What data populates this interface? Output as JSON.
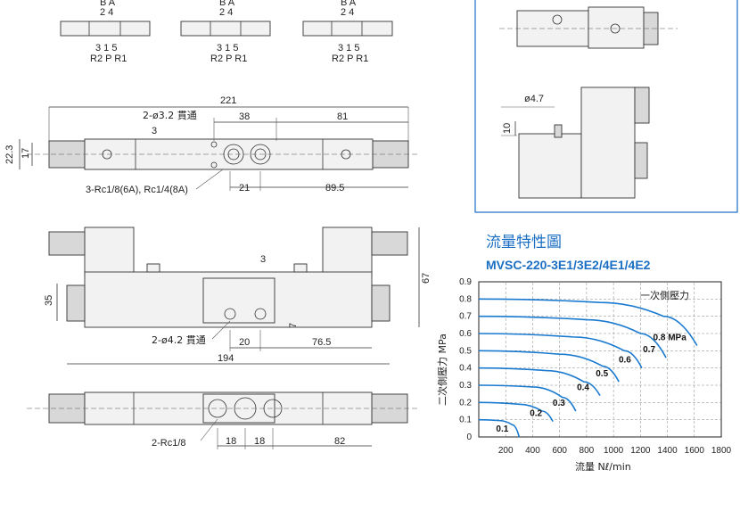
{
  "symbols": [
    {
      "top": "B A",
      "ports": "2 4",
      "bottom": "3 1 5",
      "labels": "R2 P R1"
    },
    {
      "top": "B A",
      "ports": "2 4",
      "bottom": "3 1 5",
      "labels": "R2 P R1"
    },
    {
      "top": "B A",
      "ports": "2 4",
      "bottom": "3 1 5",
      "labels": "R2 P R1"
    }
  ],
  "top_view": {
    "overall": "221",
    "hole": "2-ø3.2 貫通",
    "d38": "38",
    "d81": "81",
    "d3": "3",
    "d22_3": "22.3",
    "d17": "17",
    "ports": "3-Rc1/8(6A), Rc1/4(8A)",
    "d21": "21",
    "d89_5": "89.5"
  },
  "front_view": {
    "d3": "3",
    "d67": "67",
    "d35": "35",
    "d7": "7",
    "hole": "2-ø4.2 貫通",
    "d20": "20",
    "d76_5": "76.5",
    "d194": "194"
  },
  "bottom_view": {
    "ports": "2-Rc1/8",
    "d18a": "18",
    "d18b": "18",
    "d82": "82"
  },
  "detail": {
    "d4_7": "ø4.7",
    "d10": "10"
  },
  "chart_data": {
    "type": "line",
    "title": "流量特性圖",
    "subtitle": "MVSC-220-3E1/3E2/4E1/4E2",
    "xlabel": "流量  Nℓ/min",
    "ylabel": "二次側壓力  MPa",
    "legend_label": "一次側壓力",
    "unit": "MPa",
    "xlim": [
      0,
      1800
    ],
    "ylim": [
      0,
      0.9
    ],
    "x_ticks": [
      "200",
      "400",
      "600",
      "800",
      "1000",
      "1200",
      "1400",
      "1600",
      "1800"
    ],
    "y_ticks": [
      "0",
      "0.1",
      "0.2",
      "0.3",
      "0.4",
      "0.5",
      "0.6",
      "0.7",
      "0.8",
      "0.9"
    ],
    "series": [
      {
        "name": "0.1",
        "points": [
          [
            0,
            0.1
          ],
          [
            150,
            0.095
          ],
          [
            250,
            0.07
          ],
          [
            300,
            0.0
          ]
        ]
      },
      {
        "name": "0.2",
        "points": [
          [
            0,
            0.2
          ],
          [
            300,
            0.19
          ],
          [
            470,
            0.15
          ],
          [
            550,
            0.09
          ]
        ]
      },
      {
        "name": "0.3",
        "points": [
          [
            0,
            0.3
          ],
          [
            400,
            0.29
          ],
          [
            620,
            0.23
          ],
          [
            720,
            0.15
          ]
        ]
      },
      {
        "name": "0.4",
        "points": [
          [
            0,
            0.4
          ],
          [
            500,
            0.385
          ],
          [
            780,
            0.32
          ],
          [
            900,
            0.24
          ]
        ]
      },
      {
        "name": "0.5",
        "points": [
          [
            0,
            0.5
          ],
          [
            600,
            0.48
          ],
          [
            920,
            0.41
          ],
          [
            1040,
            0.32
          ]
        ]
      },
      {
        "name": "0.6",
        "points": [
          [
            0,
            0.6
          ],
          [
            700,
            0.58
          ],
          [
            1080,
            0.5
          ],
          [
            1210,
            0.4
          ]
        ]
      },
      {
        "name": "0.7",
        "points": [
          [
            0,
            0.7
          ],
          [
            800,
            0.68
          ],
          [
            1200,
            0.6
          ],
          [
            1390,
            0.46
          ]
        ]
      },
      {
        "name": "0.8",
        "points": [
          [
            0,
            0.8
          ],
          [
            900,
            0.78
          ],
          [
            1370,
            0.7
          ],
          [
            1620,
            0.53
          ]
        ]
      }
    ],
    "label_suffix": "MPa",
    "grid": true
  }
}
